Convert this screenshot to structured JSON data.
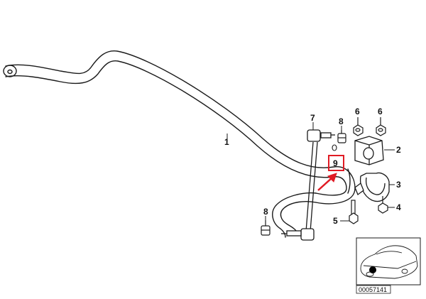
{
  "callouts": {
    "part_1": "1",
    "part_2": "2",
    "part_3": "3",
    "part_4": "4",
    "part_5": "5",
    "part_6_left": "6",
    "part_6_right": "6",
    "part_7": "7",
    "part_8_top": "8",
    "part_8_bottom": "8",
    "part_9_highlighted": "9"
  },
  "thumbnail": {
    "caption": "00057141"
  },
  "colors": {
    "line": "#1a1a1a",
    "highlight": "#e01b24",
    "background": "#ffffff"
  }
}
